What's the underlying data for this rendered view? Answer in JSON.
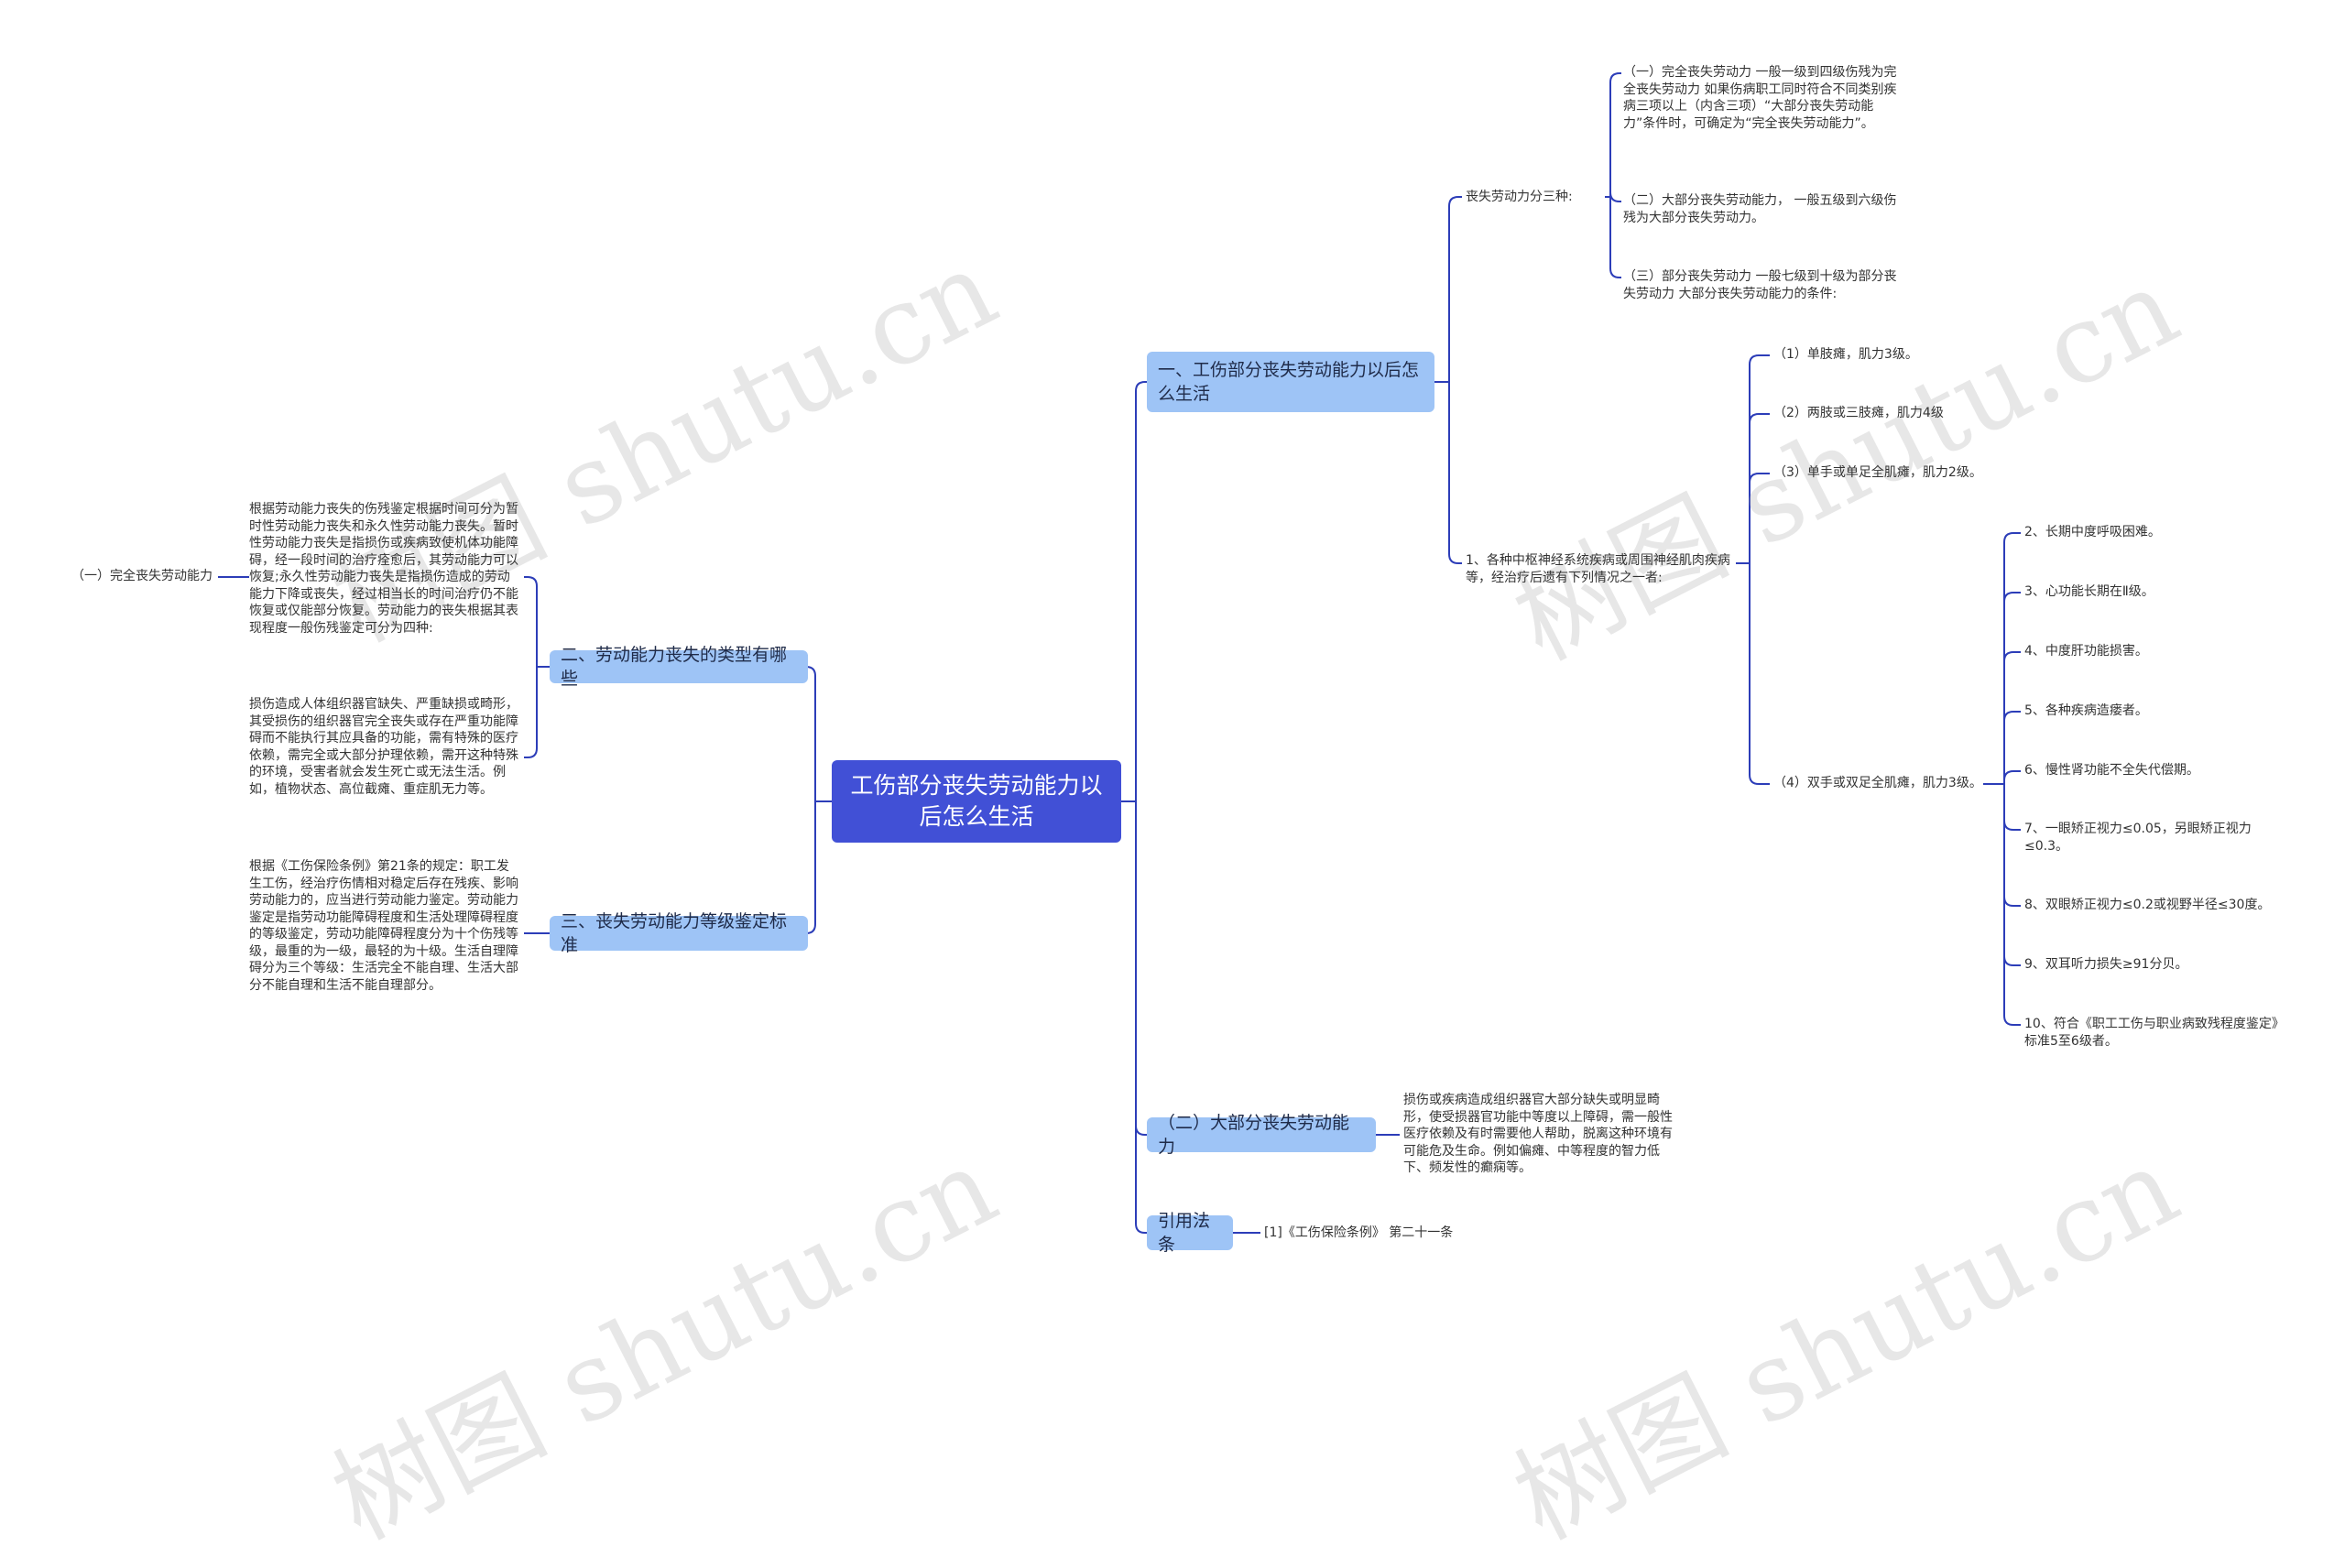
{
  "colors": {
    "root": "#4150d6",
    "branch": "#9ec4f6",
    "line": "#2c3db8"
  },
  "watermark": "树图 shutu.cn",
  "root": "工伤部分丧失劳动能力以后怎么生活",
  "left": {
    "b2": {
      "label": "二、劳动能力丧失的类型有哪些",
      "text1": "根据劳动能力丧失的伤残鉴定根据时间可分为暂时性劳动能力丧失和永久性劳动能力丧失。暂时性劳动能力丧失是指损伤或疾病致使机体功能障碍，经一段时间的治疗痊愈后，其劳动能力可以恢复;永久性劳动能力丧失是指损伤造成的劳动能力下降或丧失，经过相当长的时间治疗仍不能恢复或仅能部分恢复。劳动能力的丧失根据其表现程度一般伤残鉴定可分为四种:",
      "text1_child": "（一）完全丧失劳动能力",
      "text2": "损伤造成人体组织器官缺失、严重缺损或畸形，其受损伤的组织器官完全丧失或存在严重功能障碍而不能执行其应具备的功能，需有特殊的医疗依赖，需完全或大部分护理依赖，需开这种特殊的环境，受害者就会发生死亡或无法生活。例如，植物状态、高位截瘫、重症肌无力等。"
    },
    "b3": {
      "label": "三、丧失劳动能力等级鉴定标准",
      "text": "根据《工伤保险条例》第21条的规定：职工发生工伤，经治疗伤情相对稳定后存在残疾、影响劳动能力的，应当进行劳动能力鉴定。劳动能力鉴定是指劳动功能障碍程度和生活处理障碍程度的等级鉴定，劳动功能障碍程度分为十个伤残等级，最重的为一级，最轻的为十级。生活自理障碍分为三个等级：生活完全不能自理、生活大部分不能自理和生活不能自理部分。"
    }
  },
  "right": {
    "b1": {
      "label": "一、工伤部分丧失劳动能力以后怎么生活",
      "three": {
        "label": "丧失劳动力分三种:",
        "items": [
          "（一）完全丧失劳动力 一般一级到四级伤残为完全丧失劳动力 如果伤病职工同时符合不同类别疾病三项以上（内含三项）“大部分丧失劳动能力”条件时，可确定为“完全丧失劳动能力”。",
          "（二）大部分丧失劳动能力， 一般五级到六级伤残为大部分丧失劳动力。",
          "（三）部分丧失劳动力 一般七级到十级为部分丧失劳动力 大部分丧失劳动能力的条件:"
        ]
      },
      "cond": {
        "label": "1、各种中枢神经系统疾病或周围神经肌肉疾病等，经治疗后遗有下列情况之一者:",
        "items": [
          "（1）单肢瘫，肌力3级。",
          "（2）两肢或三肢瘫，肌力4级",
          "（3）单手或单足全肌瘫，肌力2级。",
          "（4）双手或双足全肌瘫，肌力3级。"
        ],
        "sub": [
          "2、长期中度呼吸困难。",
          "3、心功能长期在Ⅱ级。",
          "4、中度肝功能损害。",
          "5、各种疾病造瘘者。",
          "6、慢性肾功能不全失代偿期。",
          "7、一眼矫正视力≤0.05，另眼矫正视力≤0.3。",
          "8、双眼矫正视力≤0.2或视野半径≤30度。",
          "9、双耳听力损失≥91分贝。",
          "10、符合《职工工伤与职业病致残程度鉴定》标准5至6级者。"
        ]
      }
    },
    "b4": {
      "label": "（二）大部分丧失劳动能力",
      "text": "损伤或疾病造成组织器官大部分缺失或明显畸形，使受损器官功能中等度以上障碍，需一般性医疗依赖及有时需要他人帮助，脱离这种环境有可能危及生命。例如偏瘫、中等程度的智力低下、频发性的癫痫等。"
    },
    "b5": {
      "label": "引用法条",
      "text": "[1]《工伤保险条例》 第二十一条"
    }
  }
}
